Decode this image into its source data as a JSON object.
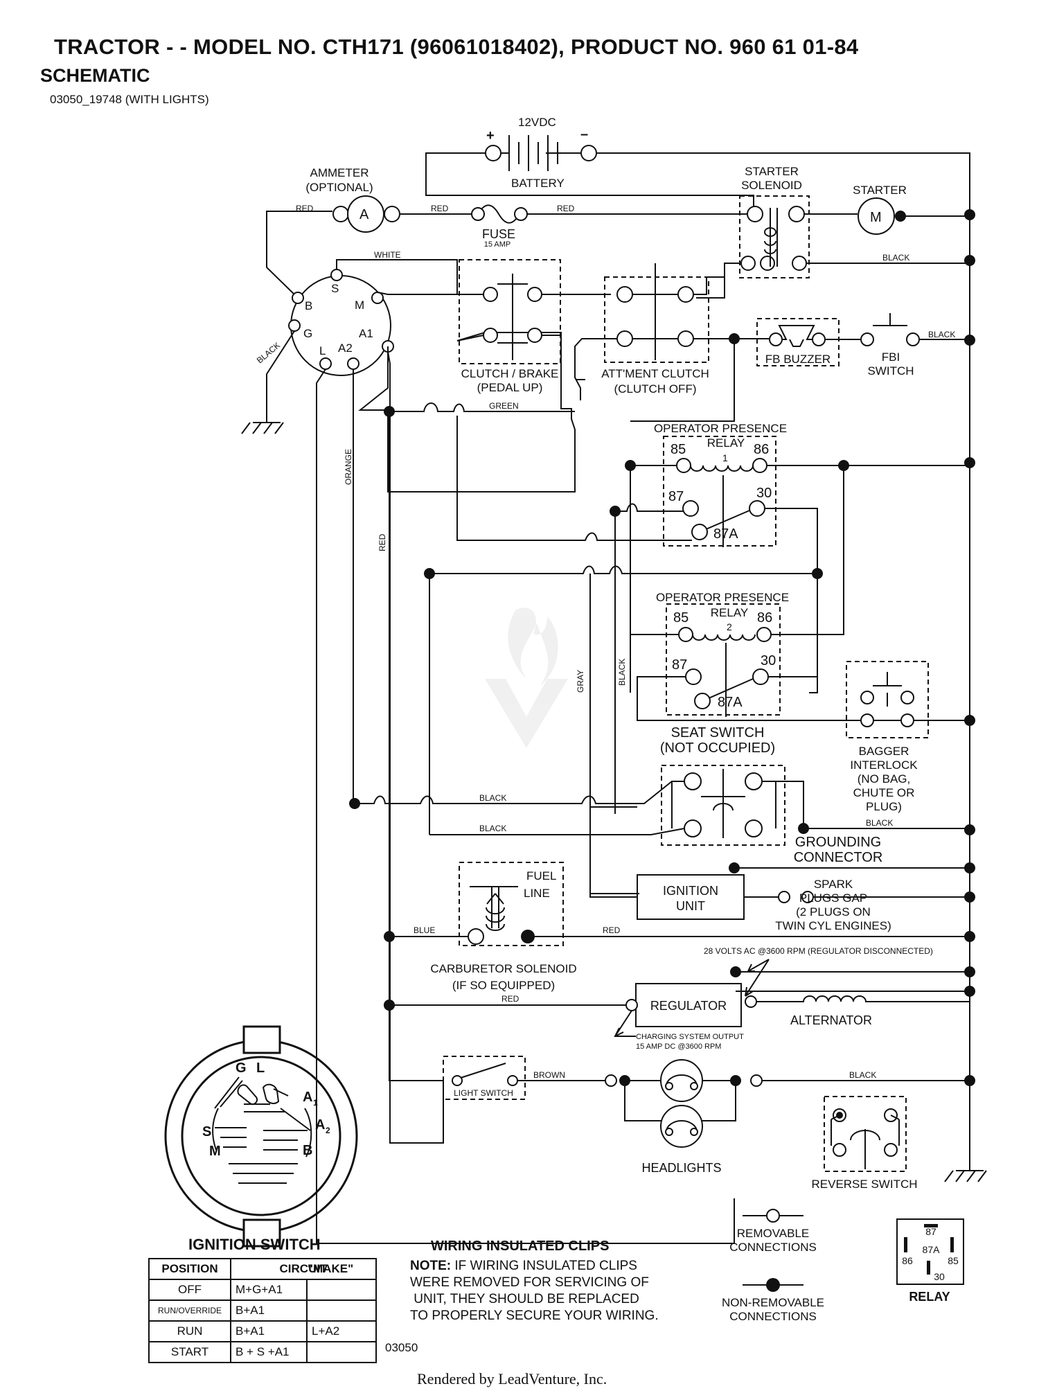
{
  "header": {
    "title": "TRACTOR - - MODEL NO. CTH171 (96061018402), PRODUCT NO. 960 61 01-84",
    "subtitle": "SCHEMATIC",
    "code": "03050_19748 (WITH LIGHTS)"
  },
  "components": {
    "battery_voltage": "12VDC",
    "battery": "BATTERY",
    "plus": "+",
    "minus": "–",
    "ammeter": [
      "AMMETER",
      "(OPTIONAL)"
    ],
    "ammeter_symbol": "A",
    "fuse": "FUSE",
    "fuse_rating": "15 AMP",
    "starter_solenoid": [
      "STARTER",
      "SOLENOID"
    ],
    "starter": "STARTER",
    "starter_symbol": "M",
    "clutch_brake": [
      "CLUTCH / BRAKE",
      "(PEDAL UP)"
    ],
    "attm_clutch": [
      "ATT'MENT CLUTCH",
      "(CLUTCH OFF)"
    ],
    "fb_buzzer": "FB BUZZER",
    "fbi_switch": [
      "FBI",
      "SWITCH"
    ],
    "relay1": [
      "OPERATOR PRESENCE",
      "RELAY"
    ],
    "relay1_num": "1",
    "relay2": [
      "OPERATOR PRESENCE",
      "RELAY"
    ],
    "relay2_num": "2",
    "pin85": "85",
    "pin86": "86",
    "pin87": "87",
    "pin30": "30",
    "pin87a": "87A",
    "seat_switch": [
      "SEAT SWITCH",
      "(NOT OCCUPIED)"
    ],
    "bagger_interlock": [
      "BAGGER",
      "INTERLOCK",
      "(NO BAG,",
      "CHUTE OR",
      "PLUG)"
    ],
    "grounding_connector": [
      "GROUNDING",
      "CONNECTOR"
    ],
    "fuel_line": [
      "FUEL",
      "LINE"
    ],
    "carb_solenoid": [
      "CARBURETOR SOLENOID",
      "(IF SO EQUIPPED)"
    ],
    "ignition_unit": [
      "IGNITION",
      "UNIT"
    ],
    "spark_plugs": [
      "SPARK",
      "PLUGS GAP",
      "(2 PLUGS ON",
      "TWIN CYL ENGINES)"
    ],
    "regulator_note": "28 VOLTS AC @3600 RPM (REGULATOR DISCONNECTED)",
    "regulator": "REGULATOR",
    "alternator": "ALTERNATOR",
    "charging_output": [
      "CHARGING SYSTEM OUTPUT",
      "15 AMP DC @3600 RPM"
    ],
    "light_switch": "LIGHT SWITCH",
    "headlights": "HEADLIGHTS",
    "reverse_switch": "REVERSE SWITCH",
    "switch_terminals": {
      "S": "S",
      "B": "B",
      "M": "M",
      "G": "G",
      "A1": "A1",
      "L": "L",
      "A2": "A2"
    }
  },
  "wires": {
    "red": "RED",
    "white": "WHITE",
    "black": "BLACK",
    "green": "GREEN",
    "orange": "ORANGE",
    "gray": "GRAY",
    "blue": "BLUE",
    "brown": "BROWN"
  },
  "ignition_switch": {
    "title": "IGNITION SWITCH",
    "face_labels": {
      "G": "G",
      "L": "L",
      "A1": "A",
      "A1_sub": "1",
      "A2": "A",
      "A2_sub": "2",
      "S": "S",
      "M": "M",
      "B": "B"
    },
    "headers": [
      "POSITION",
      "CIRCUIT",
      "\"MAKE\""
    ],
    "rows": [
      {
        "position": "OFF",
        "circuit": "M+G+A1",
        "extra": ""
      },
      {
        "position": "RUN/OVERRIDE",
        "circuit": "B+A1",
        "extra": ""
      },
      {
        "position": "RUN",
        "circuit": "B+A1",
        "extra": "L+A2"
      },
      {
        "position": "START",
        "circuit": "B + S +A1",
        "extra": ""
      }
    ]
  },
  "clips": {
    "title": "WIRING INSULATED CLIPS",
    "note_label": "NOTE:",
    "note_lines": [
      " IF WIRING INSULATED CLIPS",
      "WERE REMOVED FOR SERVICING OF",
      " UNIT, THEY SHOULD BE REPLACED",
      "TO PROPERLY SECURE YOUR WIRING."
    ]
  },
  "legend": {
    "removable": [
      "REMOVABLE",
      "CONNECTIONS"
    ],
    "non_removable": [
      "NON-REMOVABLE",
      "CONNECTIONS"
    ],
    "relay_title": "RELAY",
    "relay_pins": [
      "87",
      "86",
      "87A",
      "85",
      "30"
    ]
  },
  "figure_code": "03050",
  "footer": "Rendered by LeadVenture, Inc."
}
